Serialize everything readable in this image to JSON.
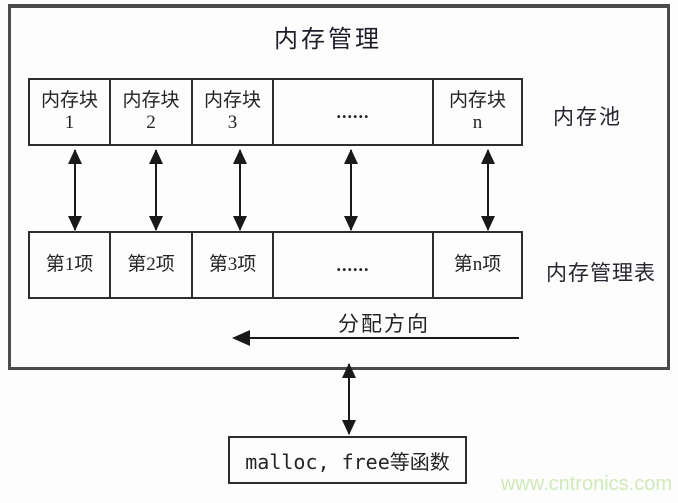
{
  "diagram": {
    "title": "内存管理",
    "pool": {
      "label": "内存池",
      "cells": [
        {
          "name": "内存块",
          "index": "1"
        },
        {
          "name": "内存块",
          "index": "2"
        },
        {
          "name": "内存块",
          "index": "3"
        },
        {
          "name": "......",
          "index": ""
        },
        {
          "name": "内存块",
          "index": "n"
        }
      ]
    },
    "table": {
      "label": "内存管理表",
      "cells": [
        "第1项",
        "第2项",
        "第3项",
        "......",
        "第n项"
      ]
    },
    "allocation": {
      "label": "分配方向"
    },
    "functions_box": {
      "label": "malloc, free等函数"
    }
  },
  "watermark": {
    "text": "www.cntronics.com",
    "color": "#cfeab8"
  },
  "colors": {
    "frame": "#4b4b4b",
    "line": "#191919",
    "watermark_green": "#cfeab8"
  }
}
